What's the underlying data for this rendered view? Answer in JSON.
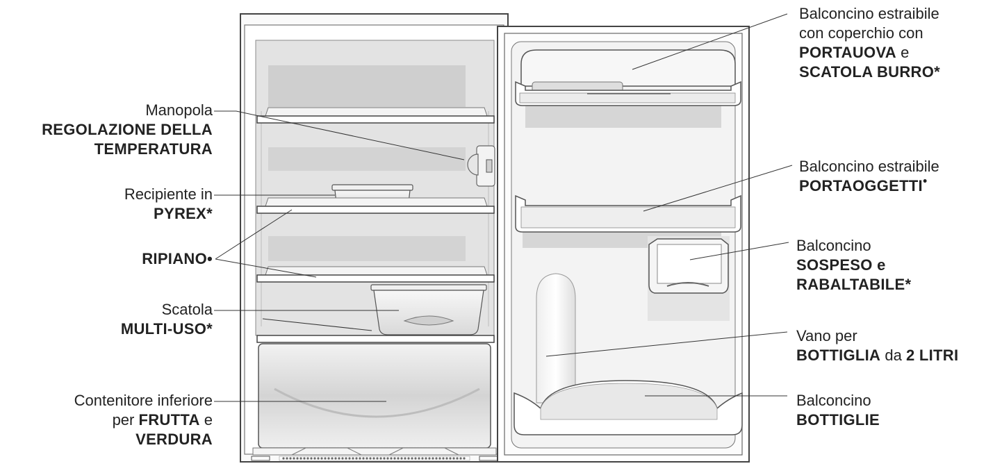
{
  "left_labels": {
    "manopola": {
      "line1": "Manopola",
      "line2": "REGOLAZIONE DELLA",
      "line3": "TEMPERATURA"
    },
    "recipiente": {
      "line1": "Recipiente in",
      "line2": "PYREX*"
    },
    "ripiano": {
      "line1": "RIPIANO•"
    },
    "scatola": {
      "line1": "Scatola",
      "line2": "MULTI-USO*"
    },
    "contenitore": {
      "line1": "Contenitore inferiore",
      "line2_pre": "per ",
      "line2_bold": "FRUTTA",
      "line2_post": " e",
      "line3": "VERDURA"
    }
  },
  "right_labels": {
    "balc_coperchio": {
      "line1": "Balconcino estraibile",
      "line2": "con coperchio con",
      "line3_bold": "PORTAUOVA",
      "line3_post": " e",
      "line4": "SCATOLA BURRO*"
    },
    "balc_portaoggetti": {
      "line1": "Balconcino estraibile",
      "line2": "PORTAOGGETTI",
      "line2_sup": "•"
    },
    "balc_sospeso": {
      "line1": "Balconcino",
      "line2": "SOSPESO e",
      "line3": "RABALTABILE*"
    },
    "vano": {
      "line1": "Vano per",
      "line2_bold": "BOTTIGLIA",
      "line2_mid": " da ",
      "line2_bold2": "2 LITRI"
    },
    "balc_bottiglie": {
      "line1": "Balconcino",
      "line2": "BOTTIGLIE"
    }
  }
}
